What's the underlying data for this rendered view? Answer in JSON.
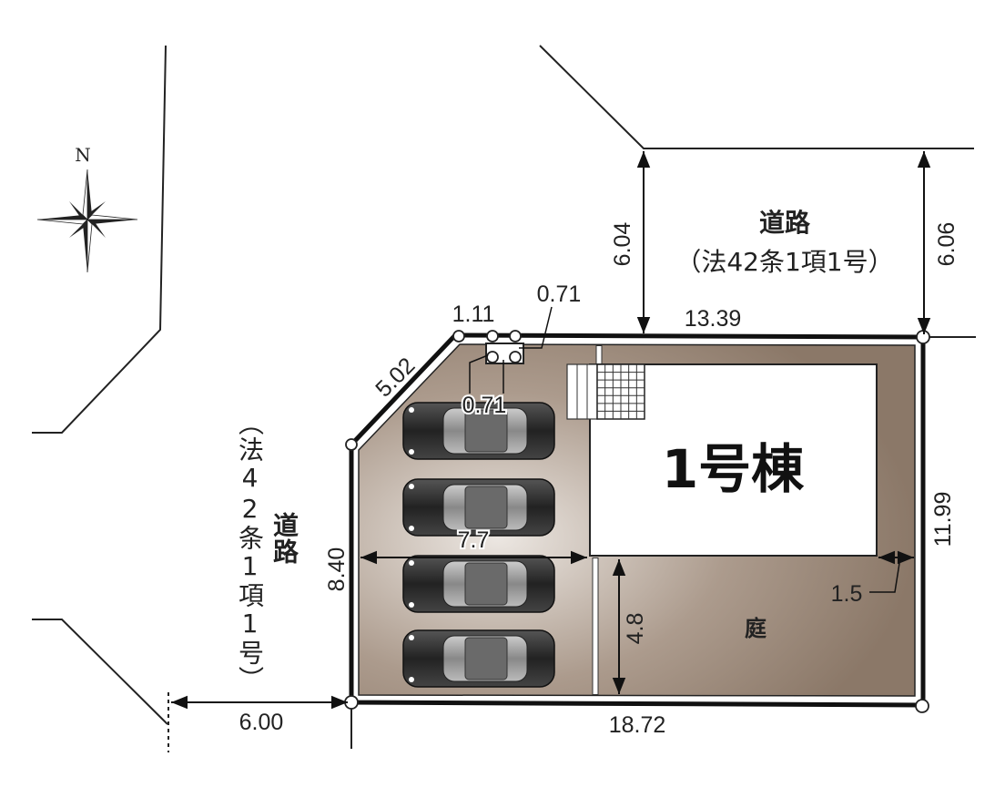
{
  "compass": {
    "north_label": "N",
    "icon": "compass-rose-icon"
  },
  "roads": {
    "top": {
      "name": "道路",
      "type": "（法42条1項1号）"
    },
    "left": {
      "name": "道路",
      "type": "（法42条1項1号）"
    }
  },
  "building": {
    "label": "1号棟"
  },
  "garden": {
    "label": "庭"
  },
  "parking": {
    "car_count": 4
  },
  "dimensions": {
    "top_road_width_left": "6.04",
    "top_road_width_right": "6.06",
    "north_frontage": "13.39",
    "corner_cut_top": "1.11",
    "meter_width_top": "0.71",
    "meter_width_inner": "0.71",
    "corner_cut_diag": "5.02",
    "west_side": "8.40",
    "parking_depth": "7.7",
    "garden_depth": "4.8",
    "side_setback": "1.5",
    "east_side": "11.99",
    "south_side": "18.72",
    "left_road_width": "6.00"
  },
  "colors": {
    "lot_dark": "#8b7868",
    "lot_light": "#ece7e2",
    "line": "#111111"
  }
}
